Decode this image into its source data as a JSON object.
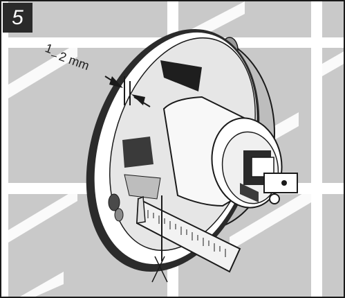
{
  "step": {
    "number": "5"
  },
  "dimension": {
    "label_part1": "1",
    "label_part2": "2 mm"
  },
  "colors": {
    "tile_bg": "#c9c9c9",
    "tile_grout": "#ffffff",
    "outline": "#1a1a1a",
    "step_badge_bg": "#2a2a2a",
    "ruler_fill": "#f2f2f2"
  }
}
